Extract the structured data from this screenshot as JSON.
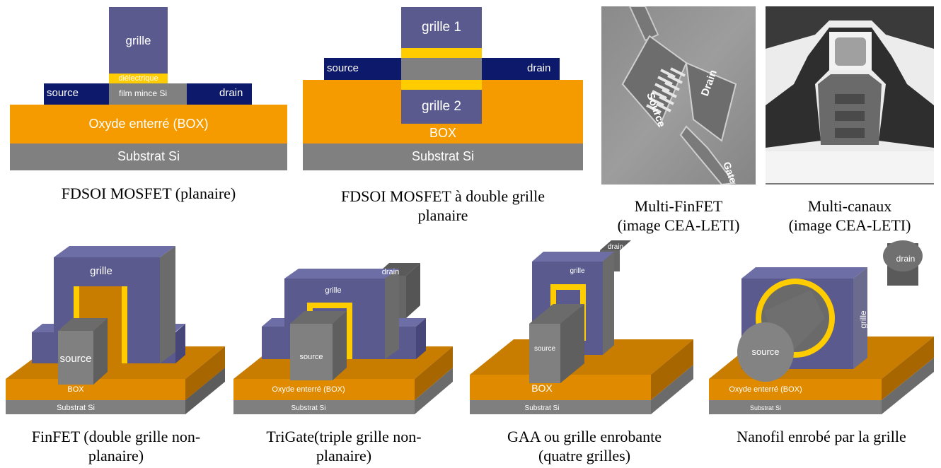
{
  "colors": {
    "gate": "#5a5a8e",
    "metal": "#0d1a6b",
    "oxide": "#f59b00",
    "substrate": "#808080",
    "dielectric": "#ffcc00",
    "box3d": "#c87c00"
  },
  "planar": {
    "grille": "grille",
    "dielectrique": "diélectrique",
    "source": "source",
    "drain": "drain",
    "film": "film mince Si",
    "oxyde": "Oxyde enterré (BOX)",
    "substrat": "Substrat Si",
    "caption": "FDSOI MOSFET (planaire)"
  },
  "double": {
    "grille1": "grille 1",
    "grille2": "grille 2",
    "source": "source",
    "drain": "drain",
    "box": "BOX",
    "substrat": "Substrat Si",
    "caption_line1": "FDSOI MOSFET à double grille",
    "caption_line2": "planaire"
  },
  "photos": {
    "finfet_drain": "Drain",
    "finfet_source": "Source",
    "finfet_gate": "Gate",
    "finfet_caption_line1": "Multi-FinFET",
    "finfet_caption_line2": "(image CEA-LETI)",
    "canaux_caption_line1": "Multi-canaux",
    "canaux_caption_line2": "(image CEA-LETI)"
  },
  "finfet": {
    "grille": "grille",
    "source": "source",
    "box": "BOX",
    "substrat": "Substrat Si",
    "caption_line1": "FinFET (double grille non-",
    "caption_line2": "planaire)"
  },
  "trigate": {
    "drain": "drain",
    "grille": "grille",
    "source": "source",
    "oxyde": "Oxyde enterré (BOX)",
    "substrat": "Substrat Si",
    "caption_line1": "TriGate(triple grille non-",
    "caption_line2": "planaire)"
  },
  "gaa": {
    "drain": "drain",
    "grille": "grille",
    "source": "source",
    "box": "BOX",
    "substrat": "Substrat Si",
    "caption_line1": "GAA ou grille enrobante",
    "caption_line2": "(quatre grilles)"
  },
  "nanofil": {
    "drain": "drain",
    "grille": "grille",
    "source": "source",
    "oxyde": "Oxyde enterré (BOX)",
    "substrat": "Substrat Si",
    "caption": "Nanofil enrobé par la grille"
  }
}
